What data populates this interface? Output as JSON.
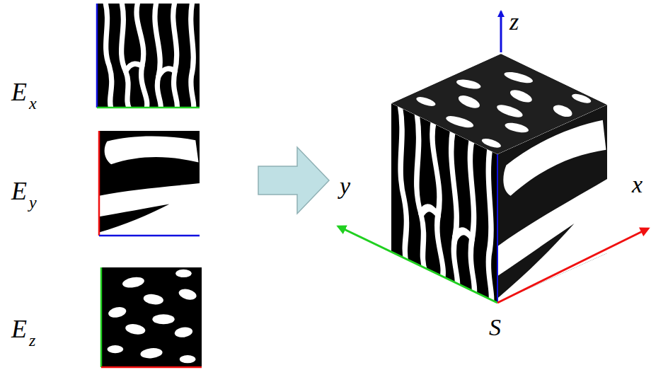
{
  "diagram": {
    "labels": [
      "E",
      "x",
      "E",
      "y",
      "E",
      "z",
      "z",
      "y",
      "x",
      "S"
    ]
  }
}
